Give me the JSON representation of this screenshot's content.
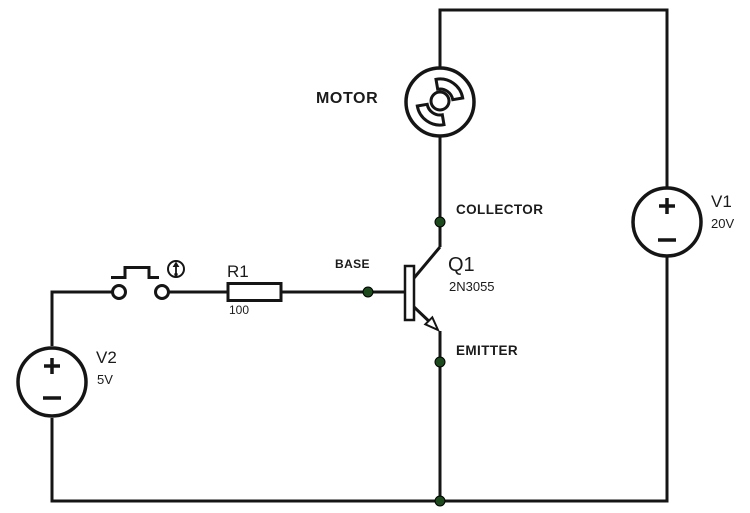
{
  "colors": {
    "background": "#ffffff",
    "wire": "#151515",
    "junction_dot": "#1d4a1d",
    "component_fill": "#ffffff"
  },
  "components": {
    "motor": {
      "label": "MOTOR"
    },
    "q1": {
      "ref": "Q1",
      "part": "2N3055",
      "collector_label": "COLLECTOR",
      "base_label": "BASE",
      "emitter_label": "EMITTER"
    },
    "r1": {
      "ref": "R1",
      "value": "100"
    },
    "v1": {
      "ref": "V1",
      "value": "20V",
      "polarity_top": "+",
      "polarity_bottom": "−"
    },
    "v2": {
      "ref": "V2",
      "value": "5V",
      "polarity_top": "+",
      "polarity_bottom": "−"
    },
    "push_button": {
      "icon": "press-up-arrow-icon"
    }
  }
}
